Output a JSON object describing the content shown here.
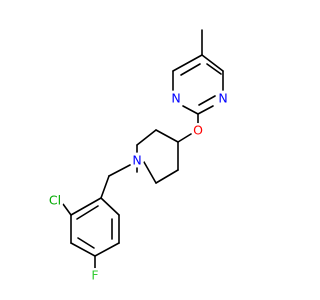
{
  "molecule": {
    "atoms": {
      "n_pyr_left": {
        "label": "N",
        "color": "#0000ff"
      },
      "n_pyr_right": {
        "label": "N",
        "color": "#0000ff"
      },
      "o_ether": {
        "label": "O",
        "color": "#ff0000"
      },
      "n_piperidine": {
        "label": "N",
        "color": "#0000ff"
      },
      "cl": {
        "label": "Cl",
        "color": "#00aa00"
      },
      "f": {
        "label": "F",
        "color": "#33cc33"
      }
    },
    "bond_color": "#000000",
    "background": "#ffffff"
  }
}
